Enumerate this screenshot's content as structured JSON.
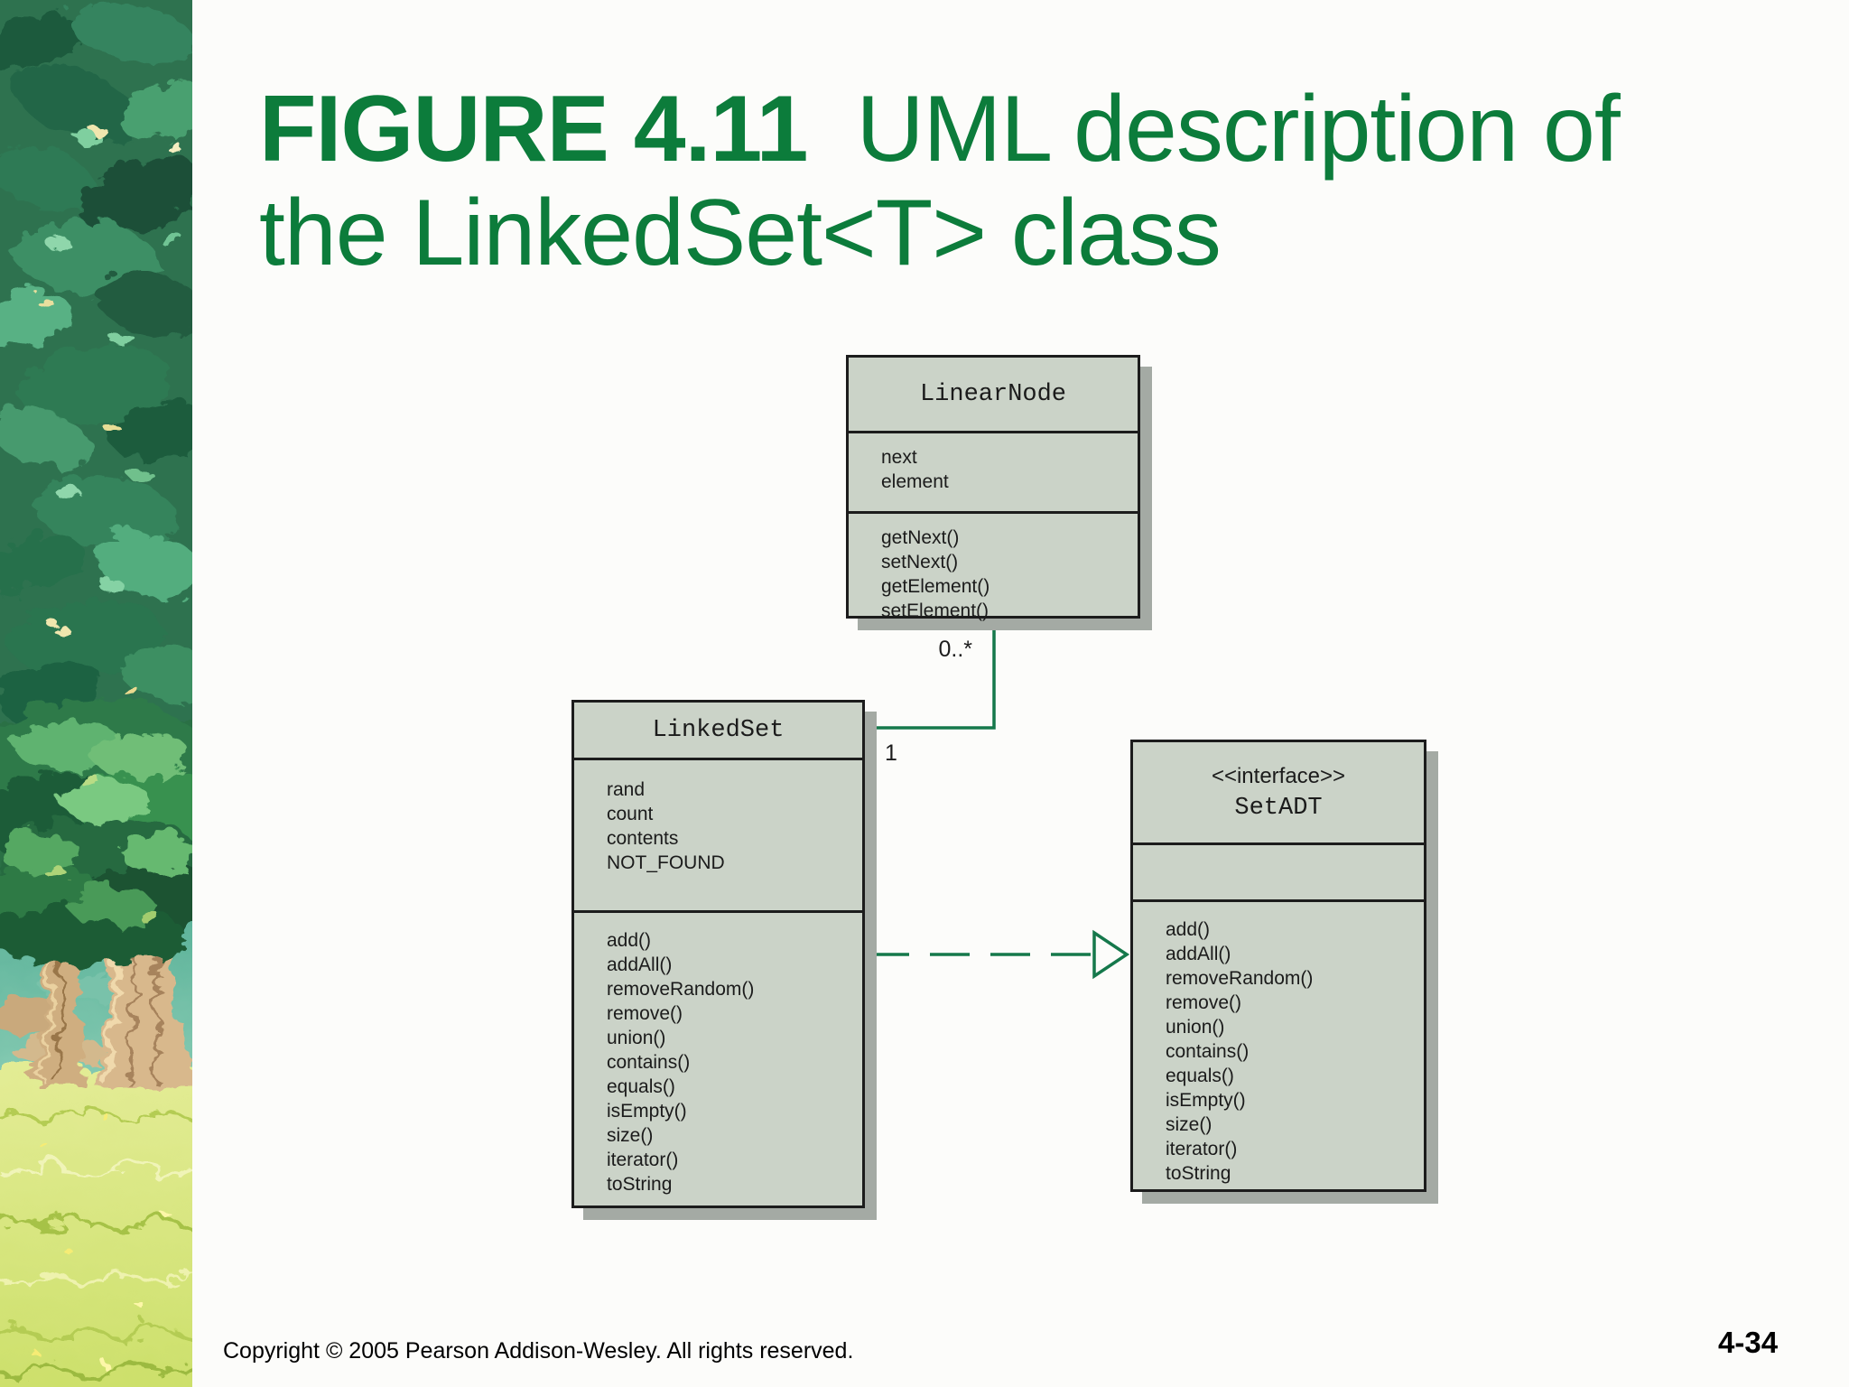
{
  "title": {
    "line1_bold": "FIGURE 4.11",
    "line1_rest": "UML description of",
    "line2": "the LinkedSet<T> class"
  },
  "footer": {
    "copyright": "Copyright © 2005 Pearson Addison-Wesley. All rights reserved.",
    "page_number": "4-34"
  },
  "colors": {
    "title_green": "#0c7c3b",
    "connector_green": "#15784b",
    "box_fill": "#cbd3c8",
    "box_border": "#1c1c1c",
    "box_shadow": "#a4aaa4"
  },
  "diagram": {
    "classes": [
      {
        "name": "LinearNode",
        "attributes": [
          "next",
          "element"
        ],
        "methods": [
          "getNext()",
          "setNext()",
          "getElement()",
          "setElement()"
        ]
      },
      {
        "name": "LinkedSet",
        "attributes": [
          "rand",
          "count",
          "contents",
          "NOT_FOUND"
        ],
        "methods": [
          "add()",
          "addAll()",
          "removeRandom()",
          "remove()",
          "union()",
          "contains()",
          "equals()",
          "isEmpty()",
          "size()",
          "iterator()",
          "toString"
        ]
      },
      {
        "name": "SetADT",
        "stereotype": "<<interface>>",
        "attributes": [],
        "methods": [
          "add()",
          "addAll()",
          "removeRandom()",
          "remove()",
          "union()",
          "contains()",
          "equals()",
          "isEmpty()",
          "size()",
          "iterator()",
          "toString"
        ]
      }
    ],
    "relationships": [
      {
        "type": "association",
        "from": "LinkedSet",
        "to": "LinearNode",
        "multiplicity_at_linearnode": "0..*",
        "multiplicity_at_linkedset": "1"
      },
      {
        "type": "realization",
        "from": "LinkedSet",
        "to": "SetADT"
      }
    ],
    "labels": {
      "mult_many": "0..*",
      "mult_one": "1"
    }
  },
  "artwork": {
    "name": "tree-painting-strip"
  }
}
